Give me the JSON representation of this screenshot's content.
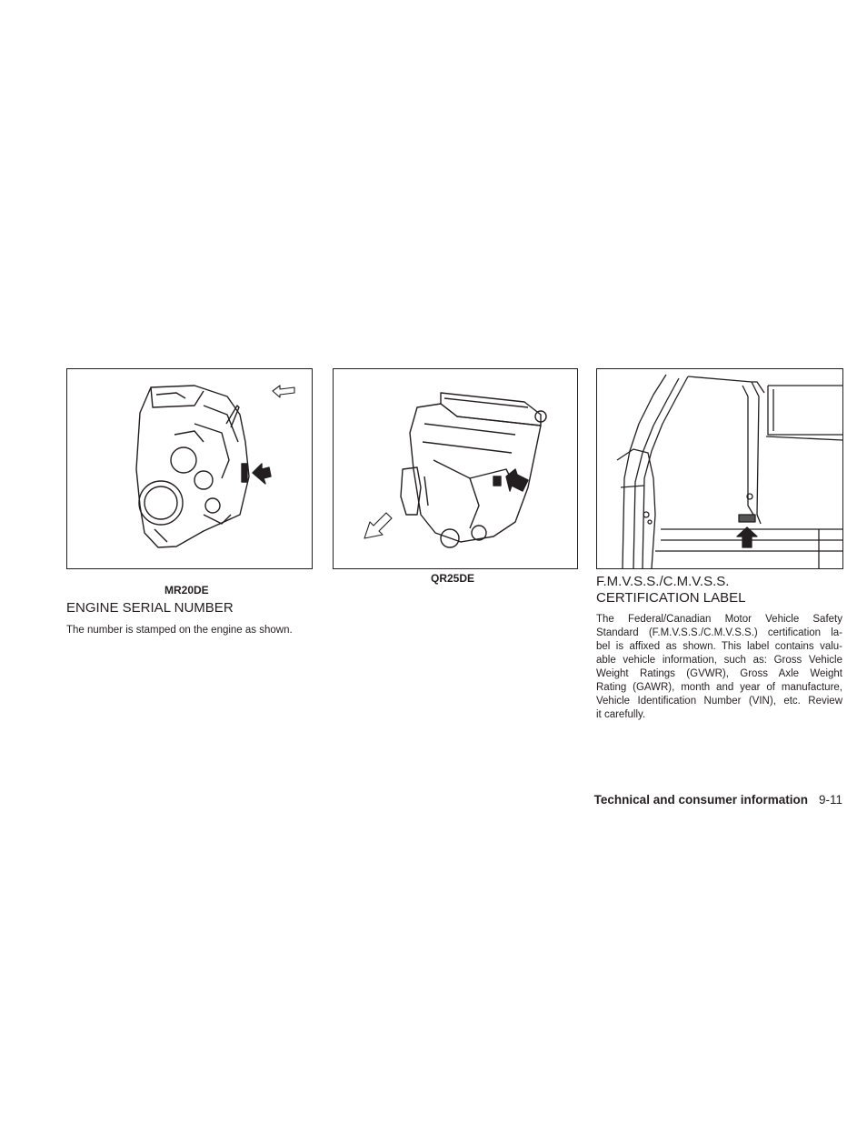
{
  "figures": {
    "engine_mr20de": {
      "caption": "MR20DE"
    },
    "engine_qr25de": {
      "caption": "QR25DE"
    }
  },
  "sections": {
    "engine_serial": {
      "heading": "ENGINE SERIAL NUMBER",
      "body": "The number is stamped on the engine as shown."
    },
    "cert_label": {
      "heading_line1": "F.M.V.S.S./C.M.V.S.S.",
      "heading_line2": "CERTIFICATION LABEL",
      "body_lines": [
        "The Federal/Canadian Motor Vehicle Safety",
        "Standard (F.M.V.S.S./C.M.V.S.S.) certification la-",
        "bel is affixed as shown. This label contains valu-",
        "able vehicle information, such as: Gross Vehicle",
        "Weight Ratings (GVWR), Gross Axle Weight",
        "Rating (GAWR), month and year of manufacture,",
        "Vehicle Identification Number (VIN), etc. Review",
        "it carefully."
      ]
    }
  },
  "footer": {
    "section_title": "Technical and consumer information",
    "page_number": "9-11"
  }
}
